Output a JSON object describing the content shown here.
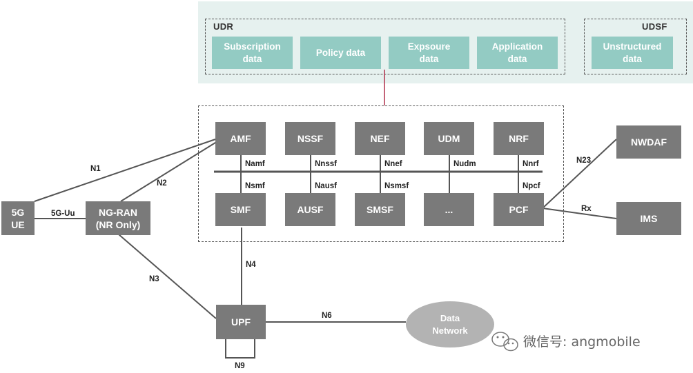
{
  "udr": {
    "label": "UDR",
    "items": [
      "Subscription\ndata",
      "Policy data",
      "Expsoure\ndata",
      "Application\ndata"
    ]
  },
  "udsf": {
    "label": "UDSF",
    "item": "Unstructured\ndata"
  },
  "nf_top": [
    "AMF",
    "NSSF",
    "NEF",
    "UDM",
    "NRF"
  ],
  "nf_bottom": [
    "SMF",
    "AUSF",
    "SMSF",
    "...",
    "PCF"
  ],
  "bus_labels_top": [
    "Namf",
    "Nnssf",
    "Nnef",
    "Nudm",
    "Nnrf"
  ],
  "bus_labels_bottom": [
    "Nsmf",
    "Nausf",
    "Nsmsf",
    "Npcf"
  ],
  "ue": "5G\nUE",
  "ran": "NG-RAN\n(NR Only)",
  "upf": "UPF",
  "nwdaf": "NWDAF",
  "ims": "IMS",
  "data_network": "Data\nNetwork",
  "links": {
    "n1": "N1",
    "n2": "N2",
    "n3": "N3",
    "n4": "N4",
    "n6": "N6",
    "n9": "N9",
    "n23": "N23",
    "rx": "Rx",
    "uu": "5G-Uu"
  },
  "watermark": "微信号: angmobile"
}
